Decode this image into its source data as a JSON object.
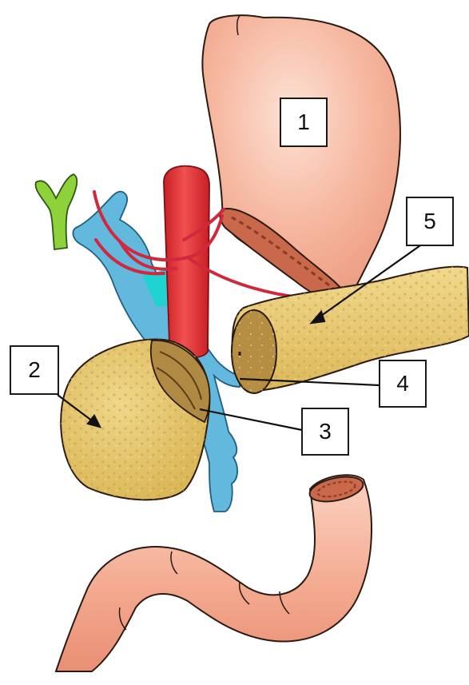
{
  "labels": [
    {
      "id": "label-1",
      "text": "1"
    },
    {
      "id": "label-2",
      "text": "2"
    },
    {
      "id": "label-3",
      "text": "3"
    },
    {
      "id": "label-4",
      "text": "4"
    },
    {
      "id": "label-5",
      "text": "5"
    }
  ],
  "colors": {
    "stomach": "#f5b49c",
    "stomach_highlight": "#fde2d6",
    "gland_tissue": "#e2c46a",
    "gland_cut": "#a07a3a",
    "vein_blue": "#63b8dd",
    "artery_red": "#e23a3a",
    "bile_duct_green": "#8fd13a",
    "cyan_accent": "#1fd3d3",
    "outline": "#2b1a12"
  }
}
